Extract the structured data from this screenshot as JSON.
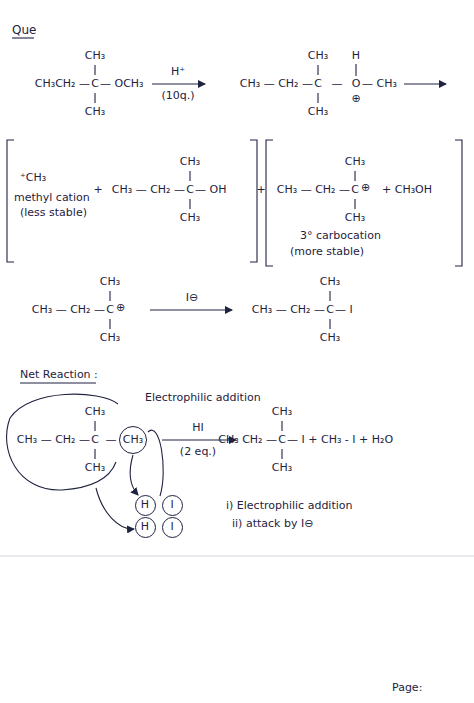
{
  "diagram": {
    "title": "Que",
    "nodes": [
      {
        "text": [
          "CH₃"
        ]
      },
      {
        "text": [
          "H"
        ]
      },
      {
        "text": [
          "I"
        ]
      },
      {
        "text": [
          "H"
        ]
      },
      {
        "text": [
          "I"
        ]
      }
    ],
    "labels": [
      "CH₃",
      "CH₃CH₂ —",
      "C",
      "— OCH₃",
      "CH₃",
      "H⁺",
      "(10q.)",
      "CH₃",
      "CH₃ — CH₂ —",
      "C",
      "—",
      "O",
      "H",
      "⊕",
      "— CH₃",
      "CH₃",
      "⁺CH₃",
      "methyl cation",
      "(less stable)",
      "+",
      "CH₃",
      "CH₃ — CH₂ —",
      "C",
      "— OH",
      "CH₃",
      "+",
      "CH₃",
      "CH₃ — CH₂ —",
      "C",
      "⊕",
      "+ CH₃OH",
      "CH₃",
      "3° carbocation",
      "(more stable)",
      "CH₃",
      "CH₃ — CH₂ —",
      "C",
      "⊕",
      "CH₃",
      "I⊖",
      "CH₃",
      "CH₃ — CH₂ —",
      "C",
      "— I",
      "CH₃",
      "Net Reaction :",
      "Electrophilic addition",
      "CH₃",
      "CH₃ — CH₂ —",
      "C",
      "—",
      "CH₃",
      "HI",
      "(2 eq.)",
      "CH₃",
      "CH₃ CH₂ —",
      "C",
      "— I + CH₃ - I + H₂O",
      "CH₃",
      "i) Electrophilic addition",
      "ii) attack by I⊖",
      "Page:"
    ]
  }
}
